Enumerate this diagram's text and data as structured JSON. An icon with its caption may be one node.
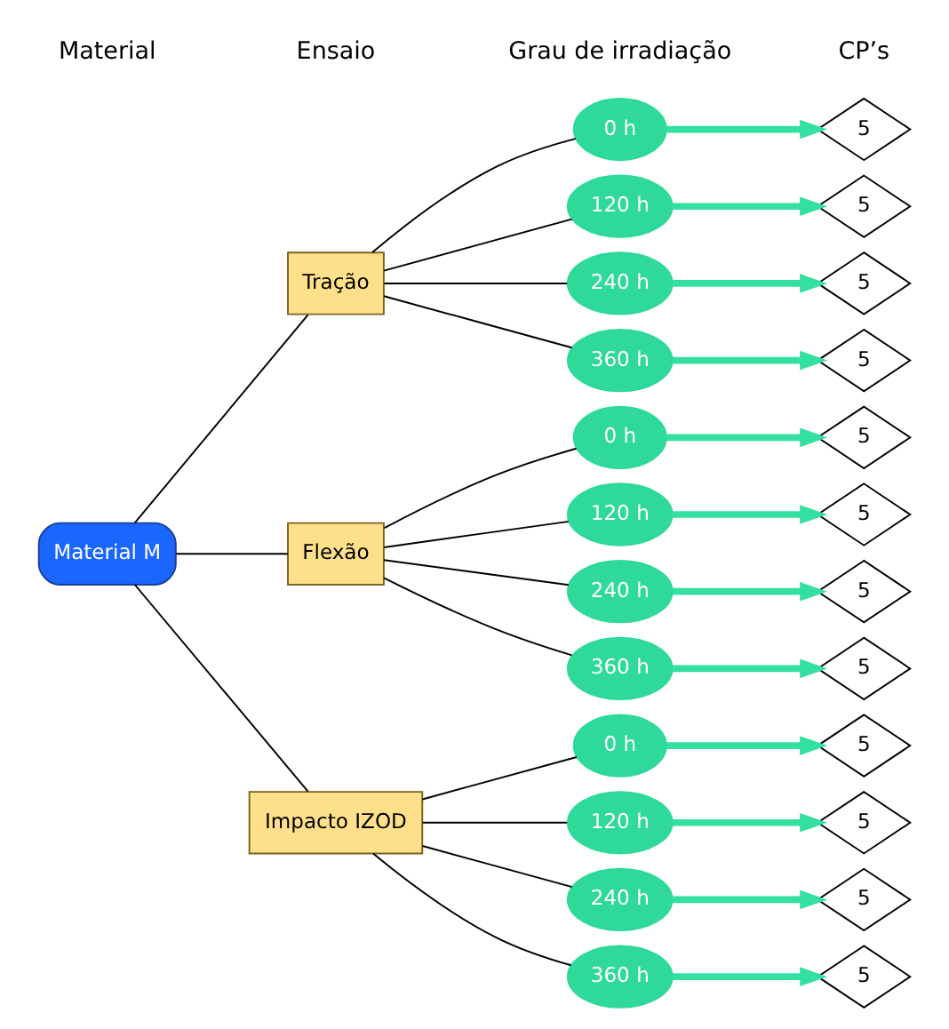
{
  "diagram": {
    "nodes": [
      {
        "text": [
          "Material M"
        ]
      },
      {
        "text": [
          "Tração"
        ]
      },
      {
        "text": [
          "Flexão"
        ]
      },
      {
        "text": [
          "Impacto IZOD"
        ]
      },
      {
        "text": [
          "0 h"
        ]
      },
      {
        "text": [
          "5"
        ]
      },
      {
        "text": [
          "120 h"
        ]
      },
      {
        "text": [
          "5"
        ]
      },
      {
        "text": [
          "240 h"
        ]
      },
      {
        "text": [
          "5"
        ]
      },
      {
        "text": [
          "360 h"
        ]
      },
      {
        "text": [
          "5"
        ]
      },
      {
        "text": [
          "0 h"
        ]
      },
      {
        "text": [
          "5"
        ]
      },
      {
        "text": [
          "120 h"
        ]
      },
      {
        "text": [
          "5"
        ]
      },
      {
        "text": [
          "240 h"
        ]
      },
      {
        "text": [
          "5"
        ]
      },
      {
        "text": [
          "360 h"
        ]
      },
      {
        "text": [
          "5"
        ]
      },
      {
        "text": [
          "0 h"
        ]
      },
      {
        "text": [
          "5"
        ]
      },
      {
        "text": [
          "120 h"
        ]
      },
      {
        "text": [
          "5"
        ]
      },
      {
        "text": [
          "240 h"
        ]
      },
      {
        "text": [
          "5"
        ]
      },
      {
        "text": [
          "360 h"
        ]
      },
      {
        "text": [
          "5"
        ]
      }
    ],
    "edges": [
      {
        "from": 0,
        "to": 1,
        "arrow": "none"
      },
      {
        "from": 0,
        "to": 2,
        "arrow": "none"
      },
      {
        "from": 0,
        "to": 3,
        "arrow": "none"
      },
      {
        "from": 1,
        "to": 4,
        "arrow": "none"
      },
      {
        "from": 1,
        "to": 6,
        "arrow": "none"
      },
      {
        "from": 1,
        "to": 8,
        "arrow": "none"
      },
      {
        "from": 1,
        "to": 10,
        "arrow": "none"
      },
      {
        "from": 2,
        "to": 12,
        "arrow": "none"
      },
      {
        "from": 2,
        "to": 14,
        "arrow": "none"
      },
      {
        "from": 2,
        "to": 16,
        "arrow": "none"
      },
      {
        "from": 2,
        "to": 18,
        "arrow": "none"
      },
      {
        "from": 3,
        "to": 20,
        "arrow": "none"
      },
      {
        "from": 3,
        "to": 22,
        "arrow": "none"
      },
      {
        "from": 3,
        "to": 24,
        "arrow": "none"
      },
      {
        "from": 3,
        "to": 26,
        "arrow": "none"
      },
      {
        "from": 4,
        "to": 5,
        "arrow": "to",
        "style": "thick",
        "color": "#33e0a0"
      },
      {
        "from": 6,
        "to": 7,
        "arrow": "to",
        "style": "thick",
        "color": "#33e0a0"
      },
      {
        "from": 8,
        "to": 9,
        "arrow": "to",
        "style": "thick",
        "color": "#33e0a0"
      },
      {
        "from": 10,
        "to": 11,
        "arrow": "to",
        "style": "thick",
        "color": "#33e0a0"
      },
      {
        "from": 12,
        "to": 13,
        "arrow": "to",
        "style": "thick",
        "color": "#33e0a0"
      },
      {
        "from": 14,
        "to": 15,
        "arrow": "to",
        "style": "thick",
        "color": "#33e0a0"
      },
      {
        "from": 16,
        "to": 17,
        "arrow": "to",
        "style": "thick",
        "color": "#33e0a0"
      },
      {
        "from": 18,
        "to": 19,
        "arrow": "to",
        "style": "thick",
        "color": "#33e0a0"
      },
      {
        "from": 20,
        "to": 21,
        "arrow": "to",
        "style": "thick",
        "color": "#33e0a0"
      },
      {
        "from": 22,
        "to": 23,
        "arrow": "to",
        "style": "thick",
        "color": "#33e0a0"
      },
      {
        "from": 24,
        "to": 25,
        "arrow": "to",
        "style": "thick",
        "color": "#33e0a0"
      },
      {
        "from": 26,
        "to": 27,
        "arrow": "to",
        "style": "thick",
        "color": "#33e0a0"
      }
    ],
    "labels": [
      "Material",
      "Ensaio",
      "Grau de irradiação",
      "CP’s"
    ]
  }
}
